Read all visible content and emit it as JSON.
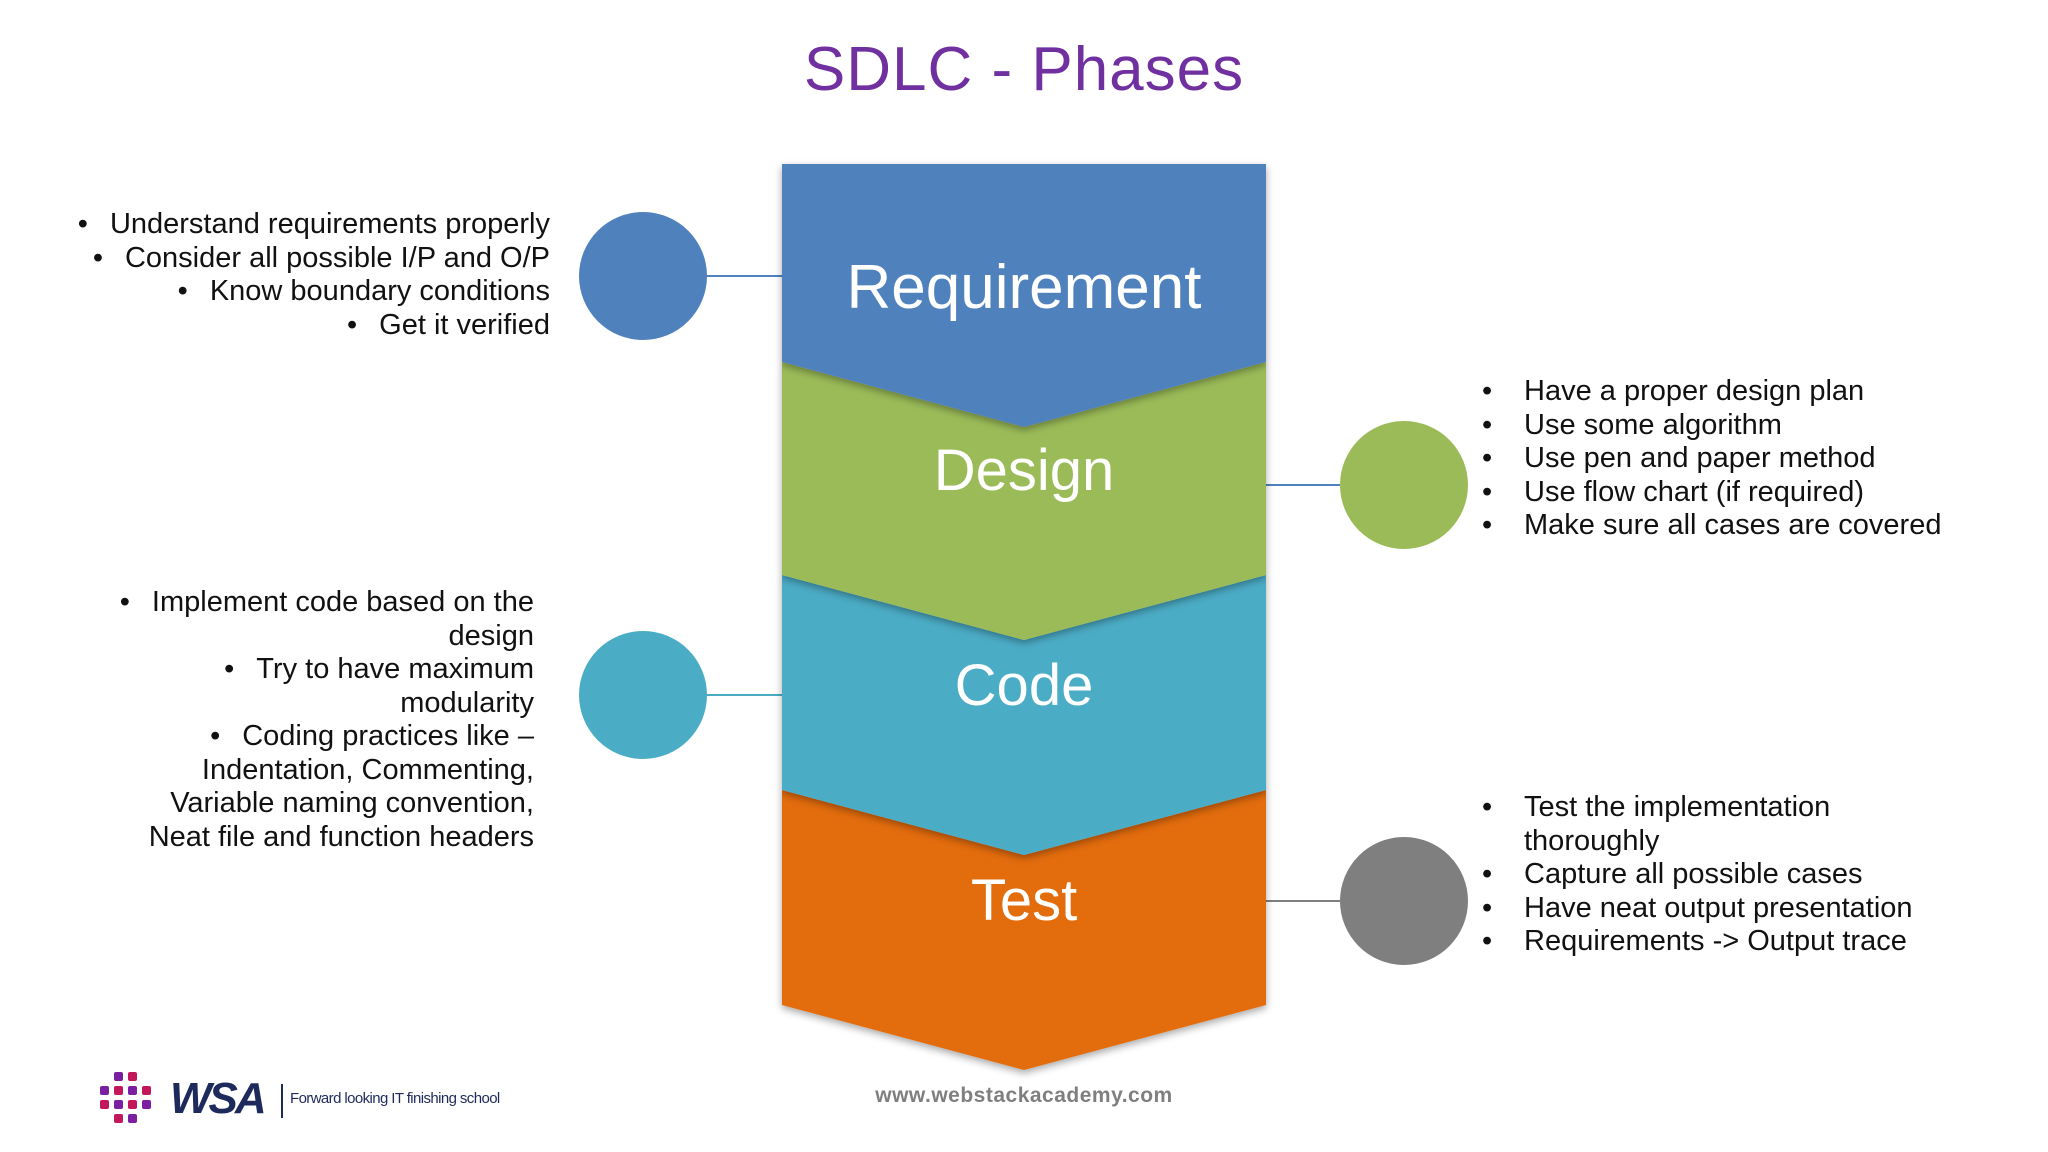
{
  "slide": {
    "title": "SDLC - Phases",
    "footer_url": "www.webstackacademy.com"
  },
  "phases": [
    {
      "label": "Requirement",
      "color": "#4f81bd",
      "circle_color": "#4f81bd",
      "connector_color": "#4f81bd"
    },
    {
      "label": "Design",
      "color": "#9bbb59",
      "circle_color": "#9bbb59",
      "connector_color": "#4f81bd"
    },
    {
      "label": "Code",
      "color": "#4bacc6",
      "circle_color": "#4bacc6",
      "connector_color": "#4bacc6"
    },
    {
      "label": "Test",
      "color": "#e36c09",
      "circle_color": "#7f7f7f",
      "connector_color": "#7f7f7f"
    }
  ],
  "notes": {
    "requirement": [
      "Understand requirements properly",
      "Consider all possible I/P and O/P",
      "Know boundary conditions",
      "Get it verified"
    ],
    "design": [
      "Have a proper design plan",
      "Use some algorithm",
      "Use pen and paper method",
      "Use flow chart (if required)",
      "Make sure all cases are covered"
    ],
    "code": {
      "lines": [
        "Implement code based on the",
        "design",
        "Try to have maximum",
        "modularity",
        "Coding practices like –",
        "Indentation, Commenting,",
        "Variable naming convention,",
        "Neat file and function headers"
      ]
    },
    "test": {
      "lines": [
        "Test the implementation",
        "thoroughly",
        "Capture all possible cases",
        "Have neat output presentation",
        "Requirements -> Output trace"
      ]
    }
  },
  "logo": {
    "name": "WSA",
    "tagline": "Forward looking IT finishing school",
    "colors": [
      "#c2185b",
      "#7b1fa2",
      "#1f2a5c"
    ]
  }
}
